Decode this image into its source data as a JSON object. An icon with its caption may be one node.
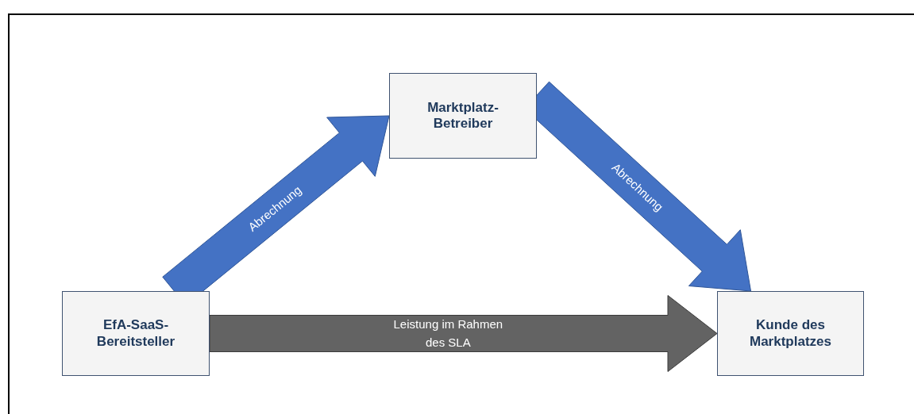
{
  "diagram": {
    "nodes": [
      {
        "text": [
          "EfA-SaaS-Bereitsteller"
        ]
      },
      {
        "text": [
          "Marktplatz-Betreiber"
        ]
      },
      {
        "text": [
          "Kunde des Marktplatzes"
        ]
      }
    ],
    "edges": [
      {
        "from": 0,
        "to": 1,
        "arrow": "to",
        "label": "Abrechnung"
      },
      {
        "from": 1,
        "to": 2,
        "arrow": "to",
        "label": "Abrechnung"
      },
      {
        "from": 0,
        "to": 2,
        "arrow": "to",
        "label": "Leistung im Rahmen des SLA",
        "color": "#636363"
      }
    ]
  }
}
